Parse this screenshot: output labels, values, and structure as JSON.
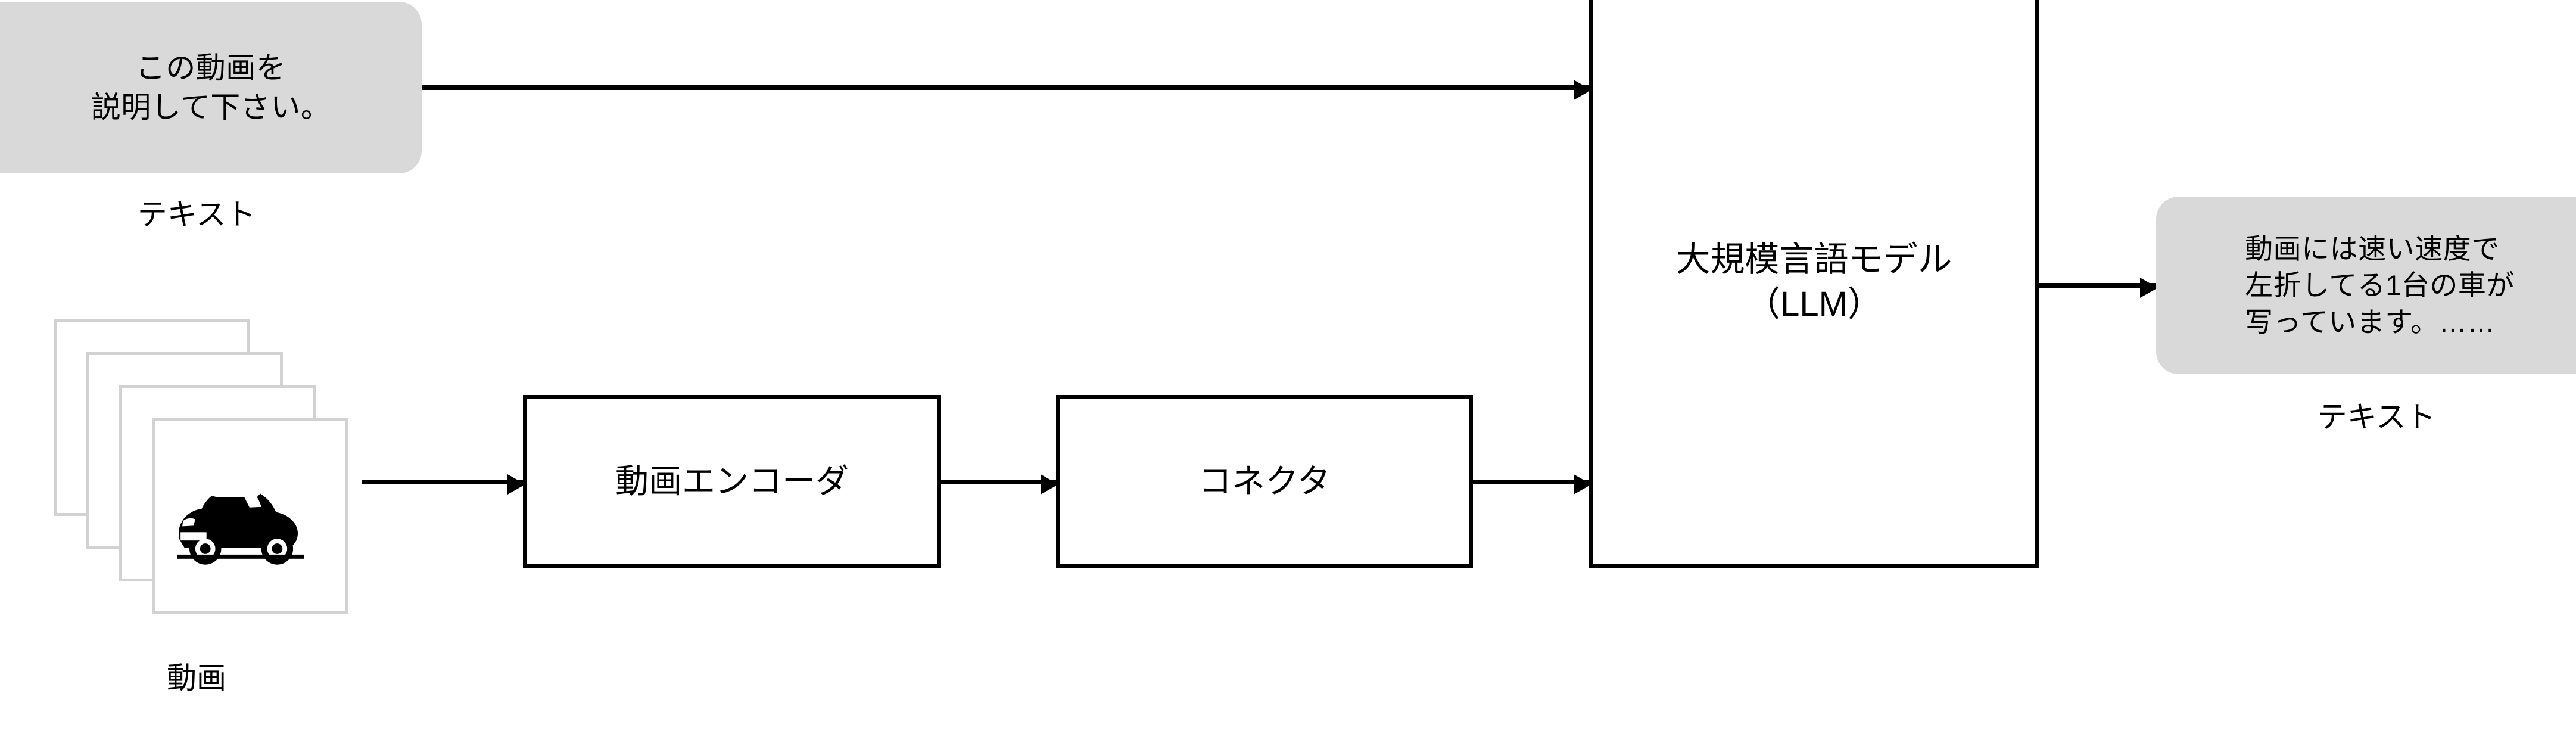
{
  "diagram": {
    "title": "Video LLM pipeline",
    "colors": {
      "bubble_fill": "#d9d9d9",
      "box_border": "#000000",
      "frame_border": "#d2d2d2",
      "arrow": "#000000",
      "background": "#ffffff"
    }
  },
  "prompt": {
    "bubble_text": "この動画を\n説明して下さい。",
    "caption": "テキスト"
  },
  "video": {
    "caption": "動画",
    "frame_count": 4,
    "frame_content_icon": "car-silhouette-icon"
  },
  "boxes": {
    "encoder": "動画エンコーダ",
    "connector": "コネクタ",
    "llm": "大規模言語モデル\n（LLM）"
  },
  "output": {
    "bubble_text": "動画には速い速度で\n左折してる1台の車が\n写っています。……",
    "caption": "テキスト"
  },
  "arrows": {
    "prompt_to_llm": "arrow-right-icon",
    "video_to_encoder": "arrow-right-icon",
    "encoder_to_connector": "arrow-right-icon",
    "connector_to_llm": "arrow-right-icon",
    "llm_to_output": "arrow-right-icon"
  }
}
